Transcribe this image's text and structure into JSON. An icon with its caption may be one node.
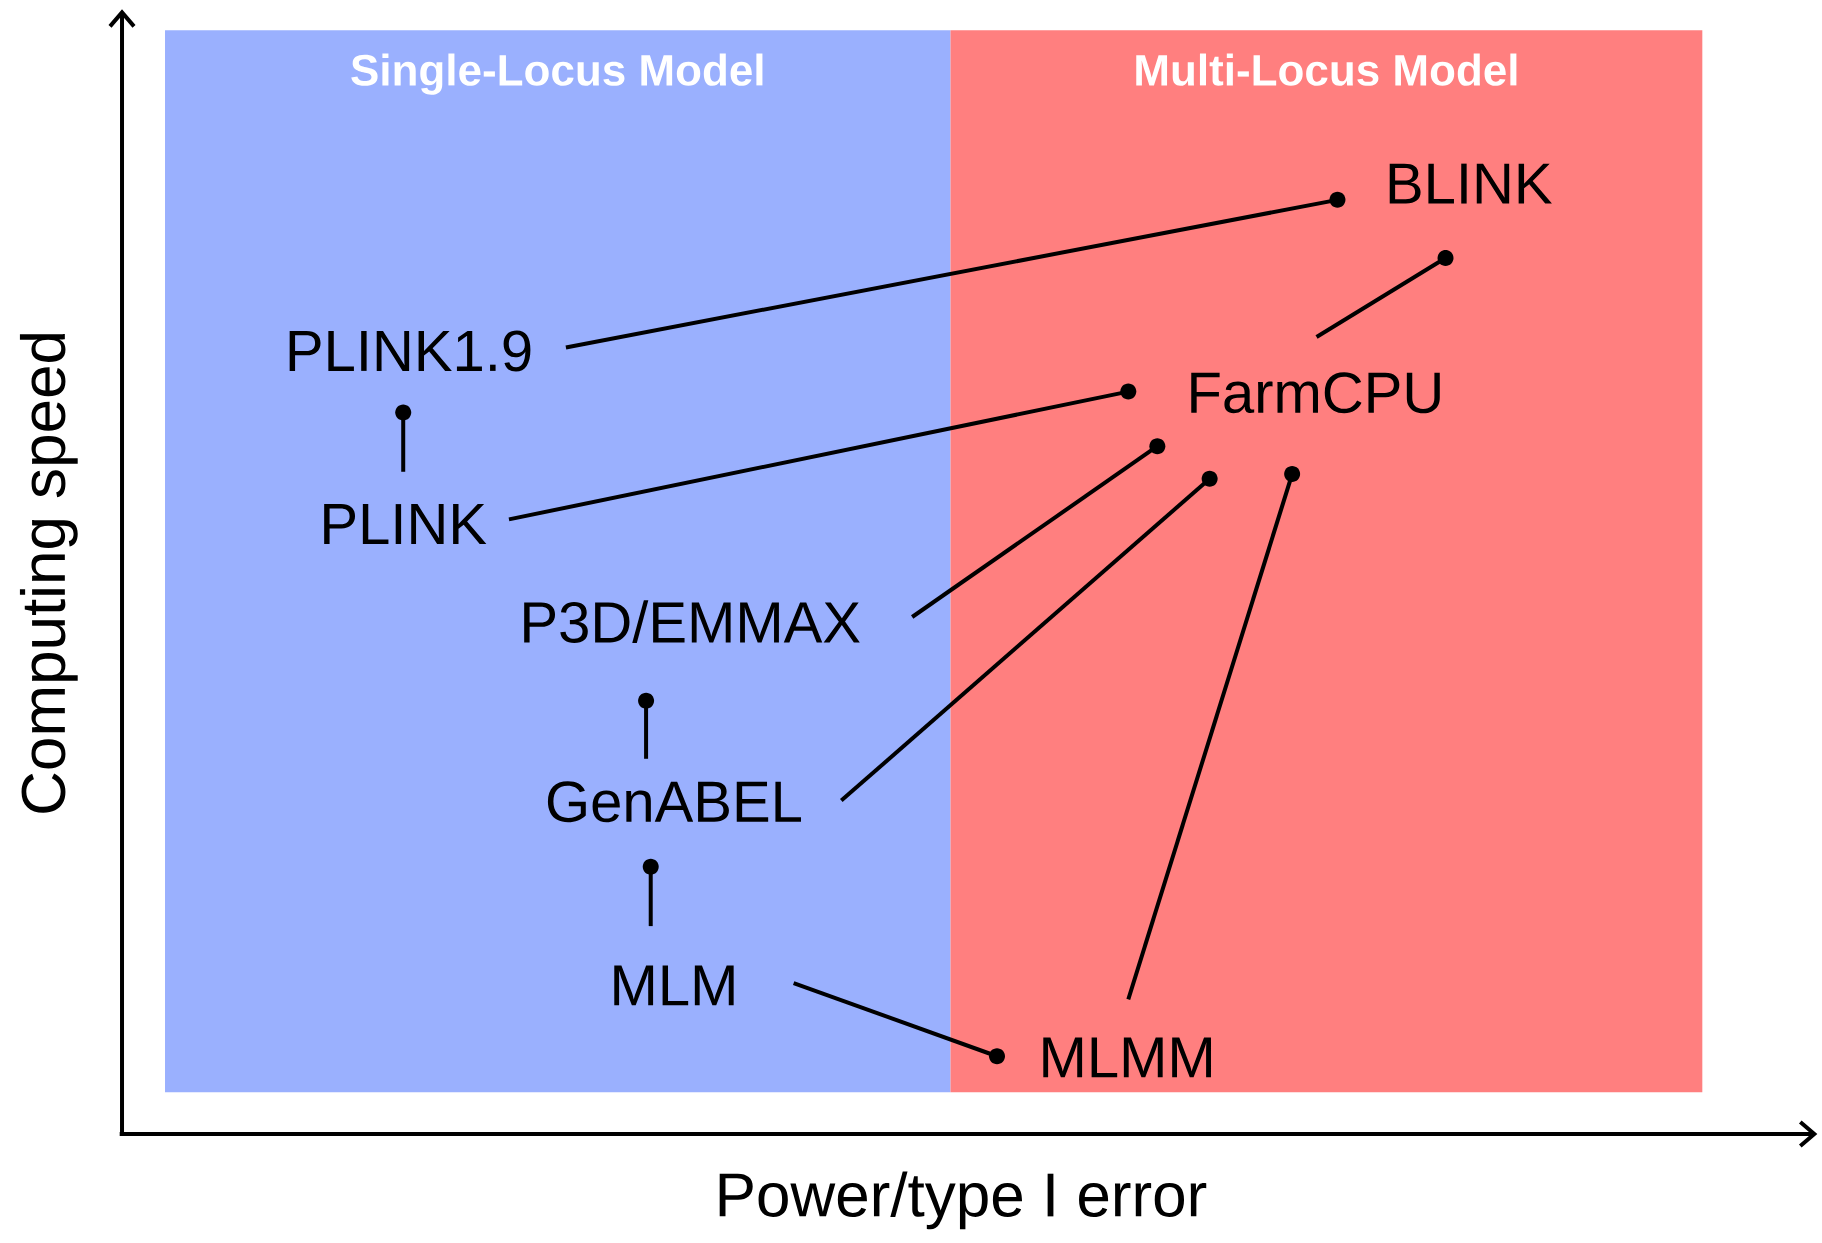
{
  "diagram": {
    "nodes": [
      {
        "text": [
          "Single-Locus Model"
        ]
      },
      {
        "text": [
          "Multi-Locus Model"
        ]
      },
      {
        "text": [
          "BLINK"
        ],
        "in": 1
      },
      {
        "text": [
          "PLINK1.9"
        ],
        "in": 0
      },
      {
        "text": [
          "FarmCPU"
        ],
        "in": 1
      },
      {
        "text": [
          "PLINK"
        ],
        "in": 0
      },
      {
        "text": [
          "P3D/EMMAX"
        ],
        "in": 0
      },
      {
        "text": [
          "GenABEL"
        ],
        "in": 0
      },
      {
        "text": [
          "MLM"
        ],
        "in": 0
      },
      {
        "text": [
          "MLMM"
        ],
        "in": 1
      }
    ],
    "edges": [
      {
        "from": 3,
        "to": 2,
        "arrow": "other"
      },
      {
        "from": 5,
        "to": 3,
        "arrow": "other"
      },
      {
        "from": 5,
        "to": 4,
        "arrow": "other"
      },
      {
        "from": 6,
        "to": 4,
        "arrow": "other"
      },
      {
        "from": 7,
        "to": 6,
        "arrow": "other"
      },
      {
        "from": 7,
        "to": 4,
        "arrow": "other"
      },
      {
        "from": 8,
        "to": 7,
        "arrow": "other"
      },
      {
        "from": 8,
        "to": 9,
        "arrow": "other"
      },
      {
        "from": 9,
        "to": 4,
        "arrow": "other"
      },
      {
        "from": 4,
        "to": 2,
        "arrow": "other"
      }
    ],
    "labels": [
      "Computing speed",
      "Power/type I error"
    ]
  }
}
